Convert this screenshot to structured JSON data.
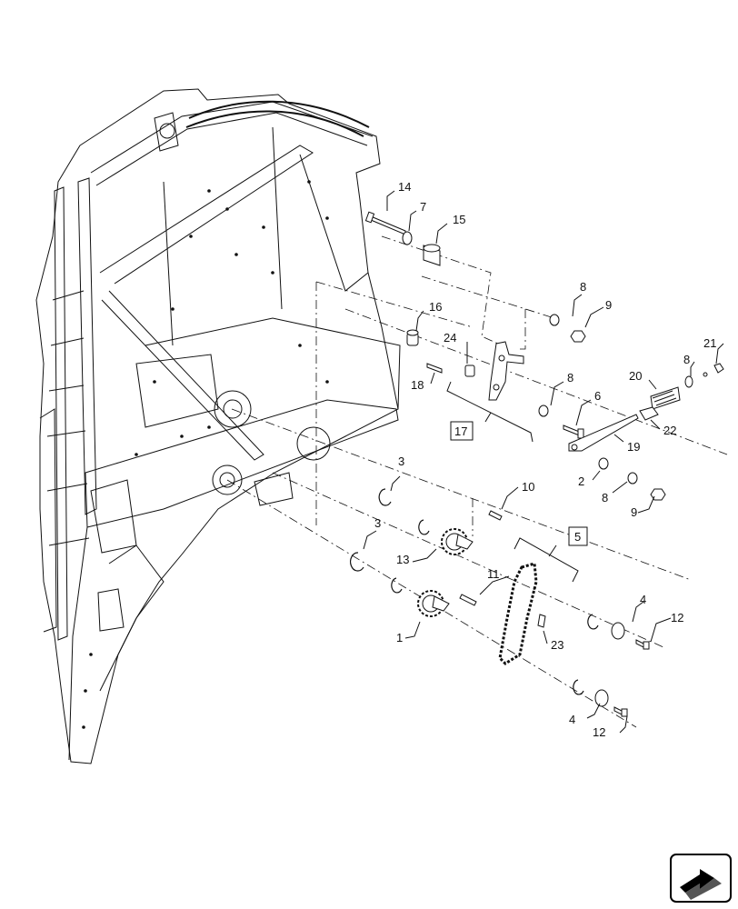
{
  "callouts": {
    "c1": "1",
    "c2": "2",
    "c3a": "3",
    "c3b": "3",
    "c4a": "4",
    "c4b": "4",
    "c5": "5",
    "c6": "6",
    "c7": "7",
    "c8a": "8",
    "c8b": "8",
    "c8c": "8",
    "c8d": "8",
    "c9a": "9",
    "c9b": "9",
    "c10": "10",
    "c11": "11",
    "c12a": "12",
    "c12b": "12",
    "c13": "13",
    "c14": "14",
    "c15": "15",
    "c16": "16",
    "c17": "17",
    "c18": "18",
    "c19": "19",
    "c20": "20",
    "c21": "21",
    "c22": "22",
    "c23": "23",
    "c24": "24"
  },
  "icons": {
    "corner": "next-page-arrow-icon"
  },
  "colors": {
    "line": "#111111",
    "frame_fill": "#ffffff",
    "icon_border": "#000000"
  }
}
